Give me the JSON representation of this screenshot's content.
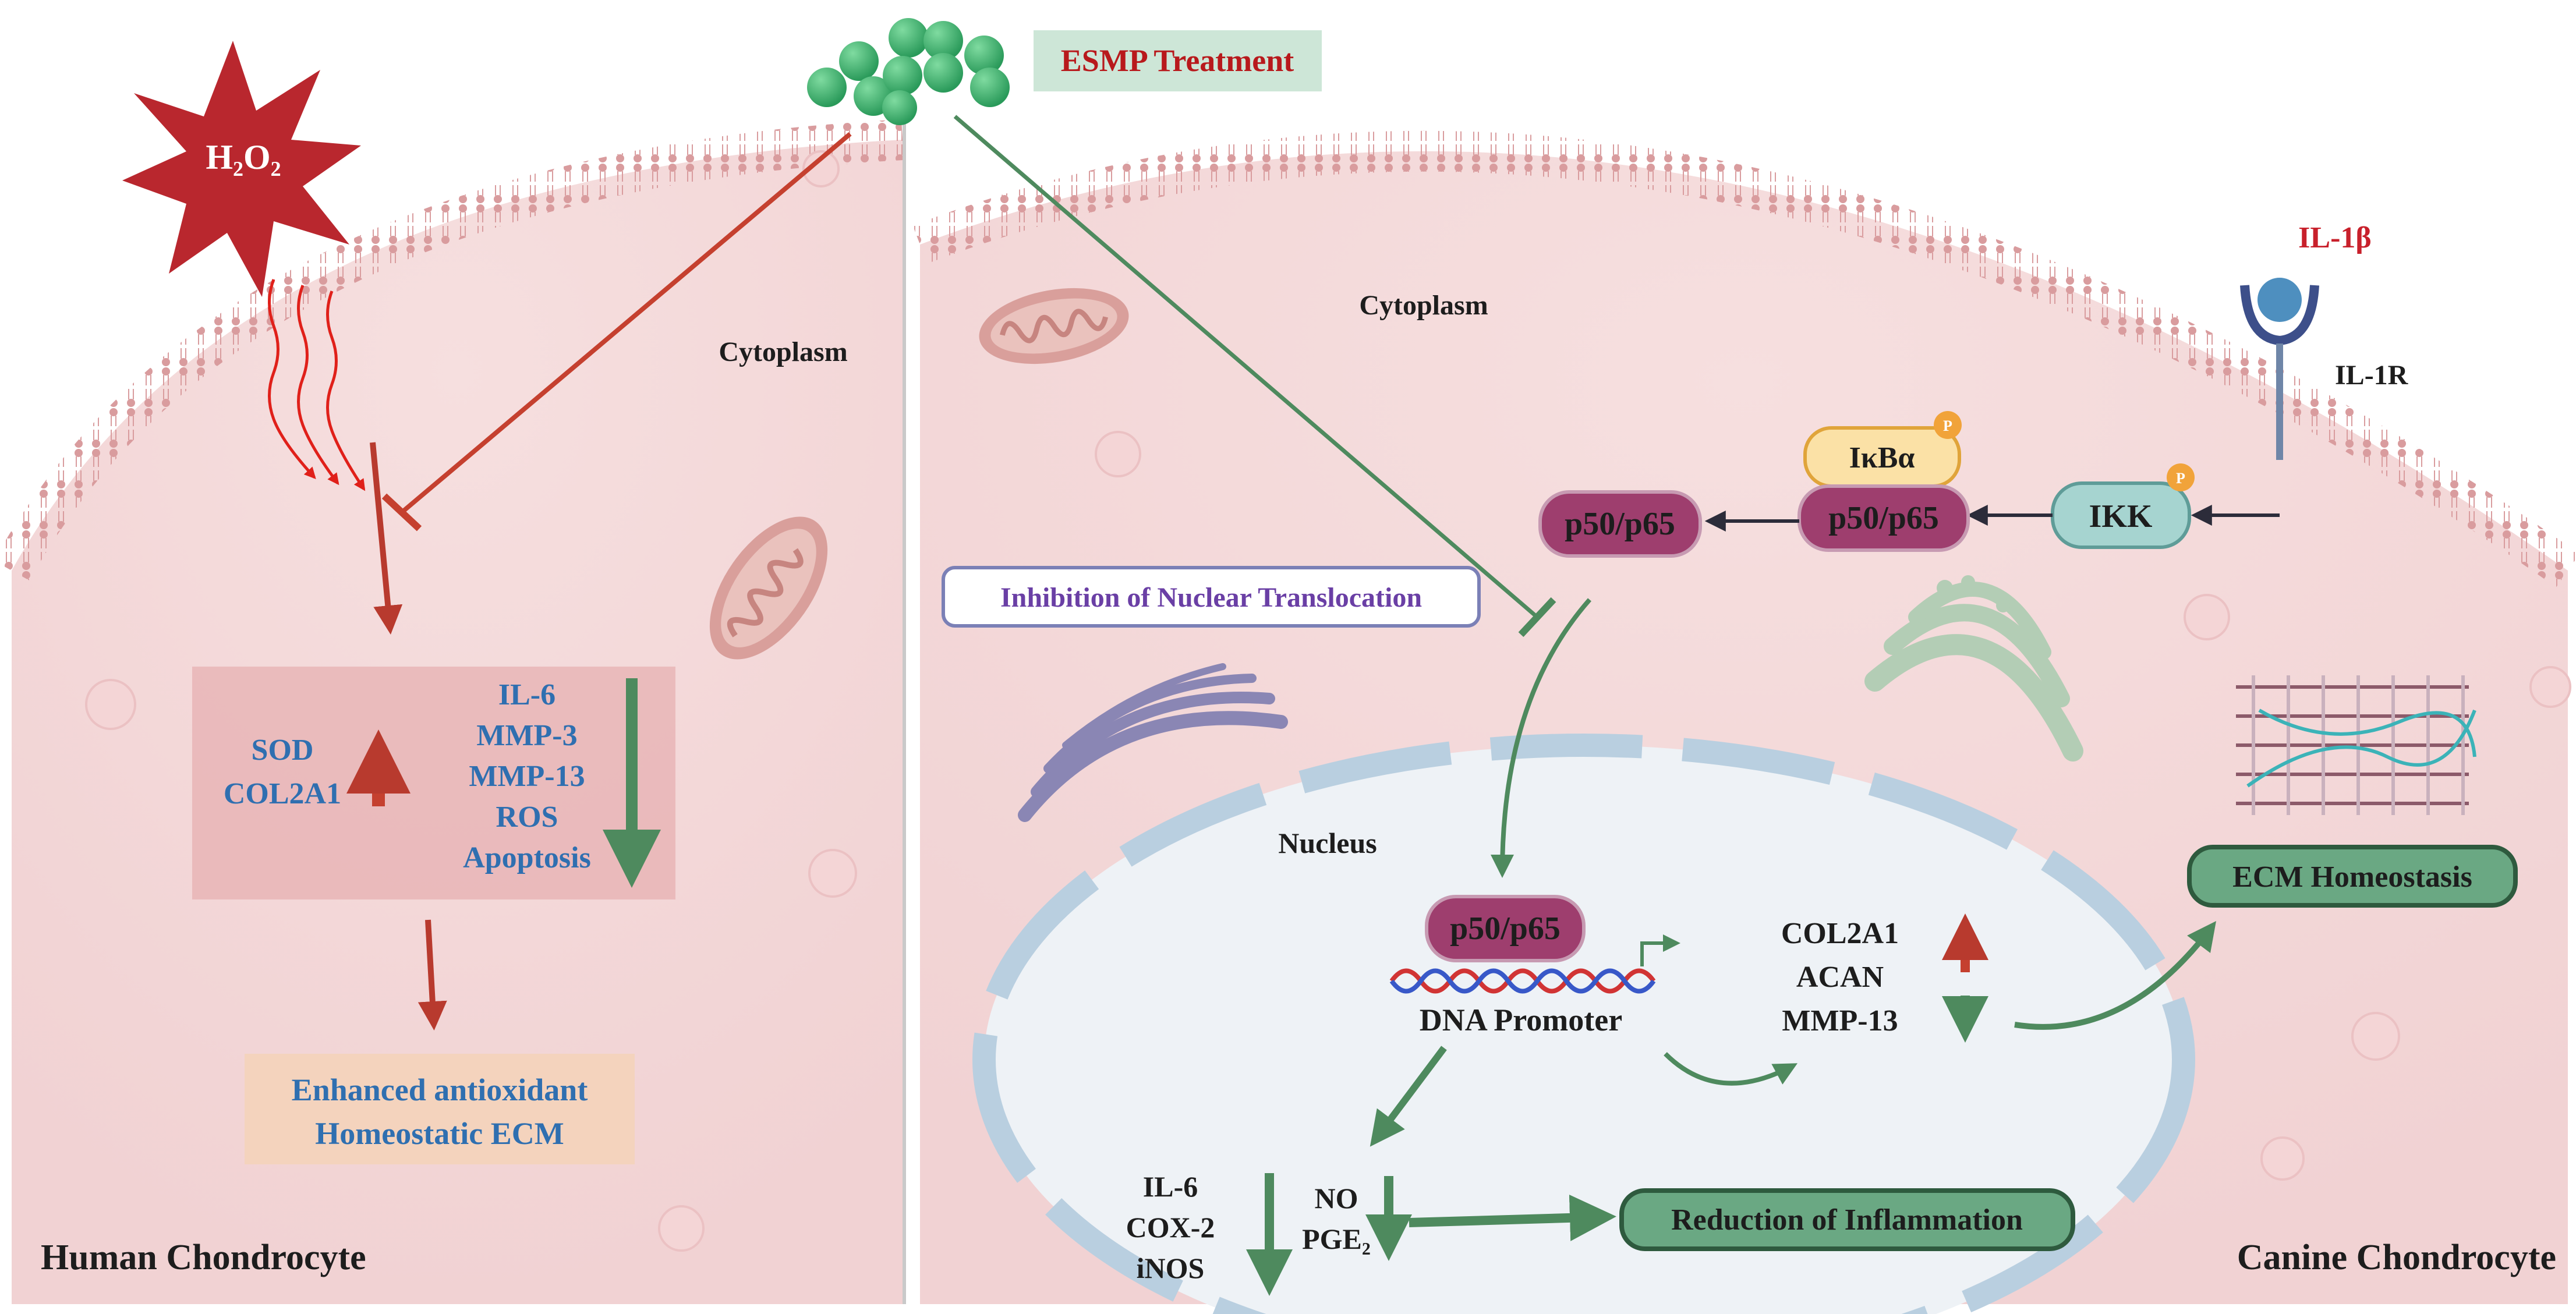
{
  "esmp": {
    "label": "ESMP Treatment"
  },
  "stimulus": {
    "h2o2": "H₂O₂",
    "il1b": "IL-1β",
    "receptor": "IL-1R"
  },
  "human": {
    "panel_label": "Human Chondrocyte",
    "cytoplasm": "Cytoplasm",
    "up_markers": [
      "SOD",
      "COL2A1"
    ],
    "down_markers": [
      "IL-6",
      "MMP-3",
      "MMP-13",
      "ROS",
      "Apoptosis"
    ],
    "outcome": [
      "Enhanced antioxidant",
      "Homeostatic ECM"
    ]
  },
  "canine": {
    "panel_label": "Canine Chondrocyte",
    "cytoplasm": "Cytoplasm",
    "nucleus": "Nucleus",
    "ikk": "IKK",
    "ikba": "IκBα",
    "phospho": "P",
    "p50p65": "p50/p65",
    "inhibition": "Inhibition of Nuclear Translocation",
    "dna": "DNA Promoter",
    "genes": [
      "COL2A1",
      "ACAN",
      "MMP-13"
    ],
    "cytokines": [
      "IL-6",
      "COX-2",
      "iNOS"
    ],
    "mediators": [
      "NO",
      "PGE₂"
    ],
    "inflammation": "Reduction of Inflammation",
    "ecm": "ECM Homeostasis"
  },
  "colors": {
    "red": "#b83a2e",
    "green": "#4e8a5e",
    "blue_text": "#2f6fb0",
    "p65": "#9e3e6e",
    "teal_box": "#6aa883"
  }
}
